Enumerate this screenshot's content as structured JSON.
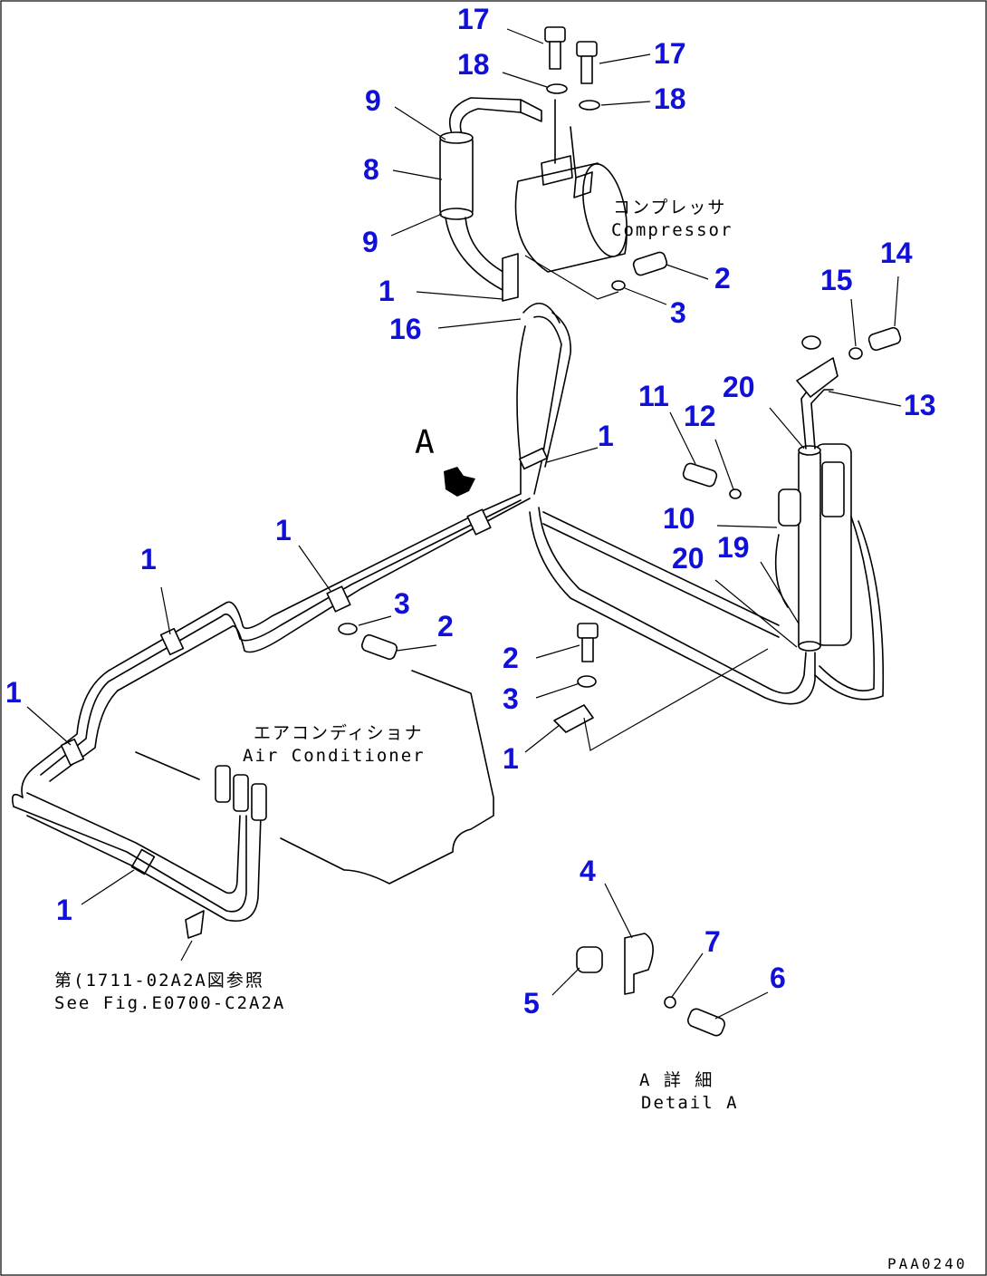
{
  "callouts": {
    "c17a": "17",
    "c18a": "18",
    "c17b": "17",
    "c18b": "18",
    "c9a": "9",
    "c8": "8",
    "c9b": "9",
    "c2a": "2",
    "c1a": "1",
    "c3a": "3",
    "c16": "16",
    "c14": "14",
    "c15": "15",
    "c13": "13",
    "c20a": "20",
    "c11": "11",
    "c12": "12",
    "c1b": "1",
    "c10": "10",
    "c19": "19",
    "c20b": "20",
    "c1c": "1",
    "c1d": "1",
    "c3b": "3",
    "c2b": "2",
    "c2c": "2",
    "c3c": "3",
    "c1e": "1",
    "c1f": "1",
    "c1g": "1",
    "c4": "4",
    "c7": "7",
    "c6": "6",
    "c5": "5"
  },
  "labels": {
    "compressor_jp": "コンプレッサ",
    "compressor_en": "Compressor",
    "aircon_jp": "エアコンディショナ",
    "aircon_en": "Air Conditioner",
    "seefig_jp": "第(1711-02A2A図参照",
    "seefig_en": "See Fig.E0700-C2A2A",
    "view_a": "A",
    "detail_jp": "A 詳 細",
    "detail_en": "Detail A",
    "drawing_code": "PAA0240"
  }
}
